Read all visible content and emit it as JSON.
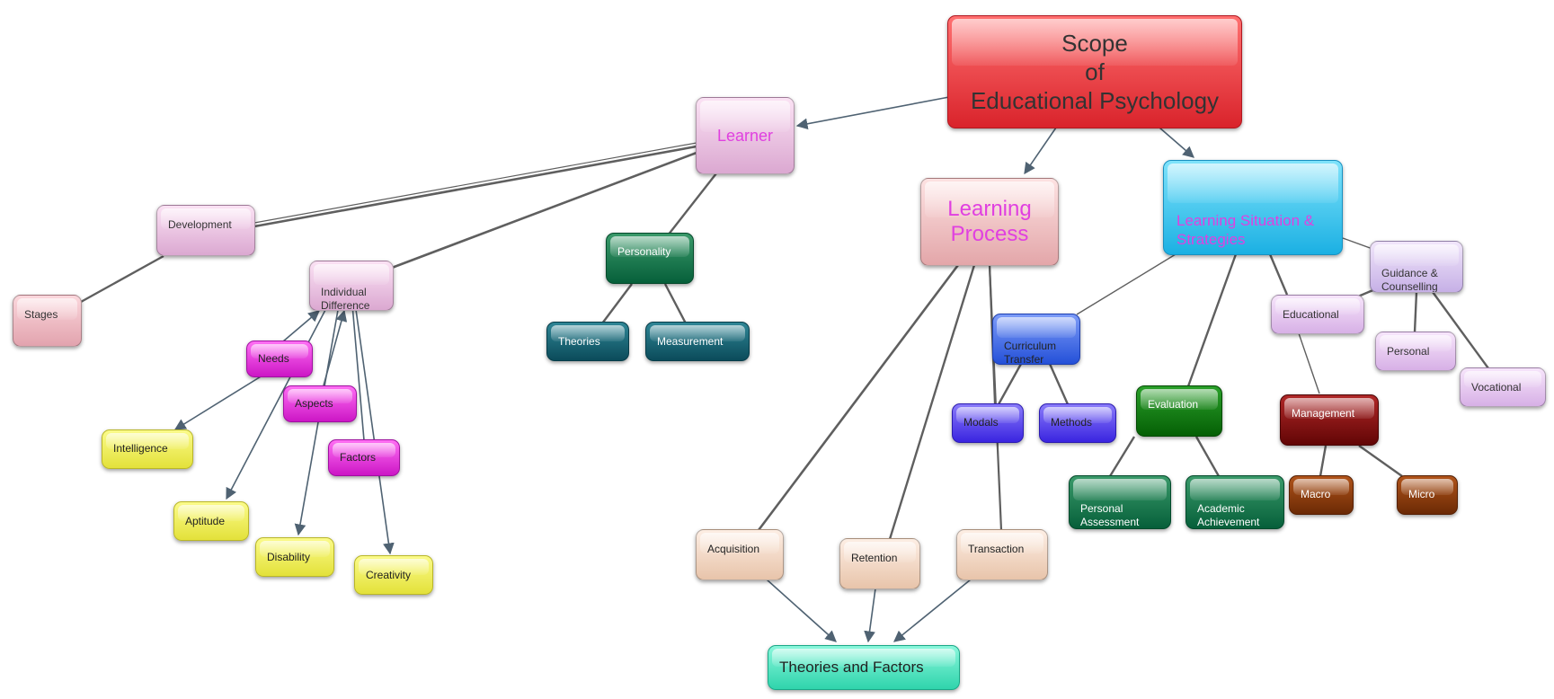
{
  "nodes": {
    "scope": "Scope\nof\nEducational Psychology",
    "learner": "Learner",
    "learning_process": "Learning\nProcess",
    "learning_situation": "Learning Situation &\nStrategies",
    "development": "Development",
    "stages": "Stages",
    "individual_difference": "Individual\nDifference",
    "personality": "Personality",
    "theories": "Theories",
    "measurement": "Measurement",
    "needs": "Needs",
    "aspects": "Aspects",
    "factors": "Factors",
    "intelligence": "Intelligence",
    "aptitude": "Aptitude",
    "disability": "Disability",
    "creativity": "Creativity",
    "curriculum_transfer": "Curriculum\nTransfer",
    "modals": "Modals",
    "methods": "Methods",
    "evaluation": "Evaluation",
    "personal_assessment": "Personal\nAssessment",
    "academic_achievement": "Academic\nAchievement",
    "guidance_counselling": "Guidance &\nCounselling",
    "educational": "Educational",
    "personal": "Personal",
    "vocational": "Vocational",
    "management": "Management",
    "macro": "Macro",
    "micro": "Micro",
    "acquisition": "Acquisition",
    "retention": "Retention",
    "transaction": "Transaction",
    "theories_and_factors": "Theories and Factors"
  },
  "colors": {
    "edge": "#5f5f5f",
    "arrow": "#4f6272",
    "accent_text": "#e040e0"
  }
}
